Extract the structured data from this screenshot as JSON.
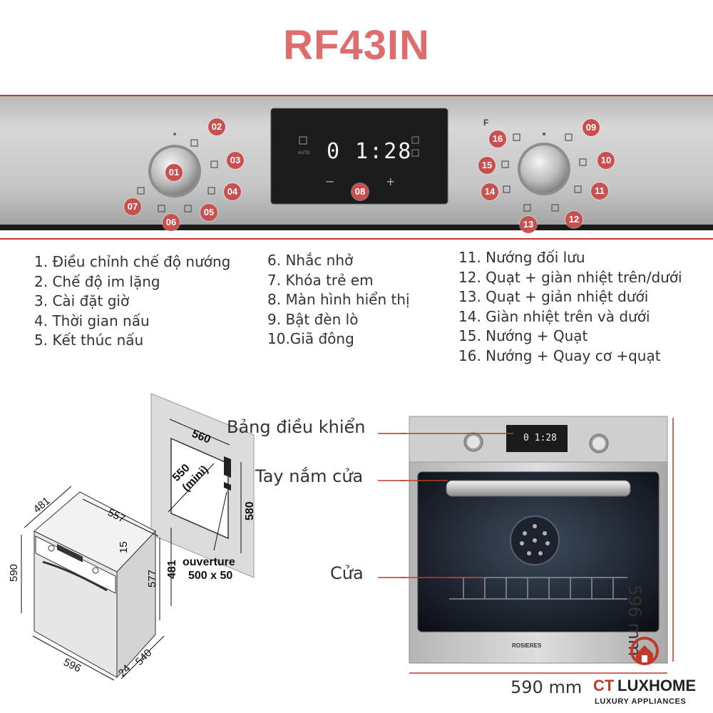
{
  "title": "RF43IN",
  "panel": {
    "display_time": "0 1:28",
    "display_auto": "AUTO",
    "minus": "−",
    "plus": "+",
    "f_mark": "F",
    "badges": [
      "01",
      "02",
      "03",
      "04",
      "05",
      "06",
      "07",
      "08",
      "09",
      "10",
      "11",
      "12",
      "13",
      "14",
      "15",
      "16"
    ]
  },
  "legend": {
    "col1": [
      "1. Điều chỉnh chế độ nướng",
      "2. Chế độ im lặng",
      "3. Cài đặt giờ",
      "4. Thời gian nấu",
      "5. Kết thúc nấu"
    ],
    "col2": [
      "6. Nhắc nhở",
      "7. Khóa trẻ em",
      "8. Màn hình hiển thị",
      "9. Bật đèn lò",
      "10.Giã đông"
    ],
    "col3": [
      "11. Nướng đối lưu",
      "12. Quạt + giàn nhiệt trên/dưới",
      "13. Quạt + giản nhiệt dưới",
      "14. Giàn nhiệt trên và dưới",
      "15. Nướng + Quạt",
      "16. Nướng + Quay cơ +quạt"
    ]
  },
  "labels": {
    "control_panel": "Bảng điều khiển",
    "door_handle": "Tay nắm cửa",
    "door": "Cửa",
    "height": "596 mm",
    "width": "590 mm"
  },
  "dimensions": {
    "niche_width": "560",
    "niche_depth_a": "550",
    "niche_depth_b": "(mini)",
    "niche_height": "580",
    "opening_a": "ouverture",
    "opening_b": "500 x 50",
    "d481_top": "481",
    "d557": "557",
    "d15": "15",
    "d590": "590",
    "d577": "577",
    "d481_side": "481",
    "d596": "596",
    "d24": "24",
    "d540": "540"
  },
  "oven_small": {
    "display_time": "0 1:28",
    "brand": "ROSIERES"
  },
  "brand": {
    "name_a": "CT",
    "name_b": "LUXHOME",
    "tagline": "LUXURY APPLIANCES"
  },
  "colors": {
    "accent": "#e06d6d",
    "badge": "#c8504f",
    "border": "#c0392b"
  }
}
